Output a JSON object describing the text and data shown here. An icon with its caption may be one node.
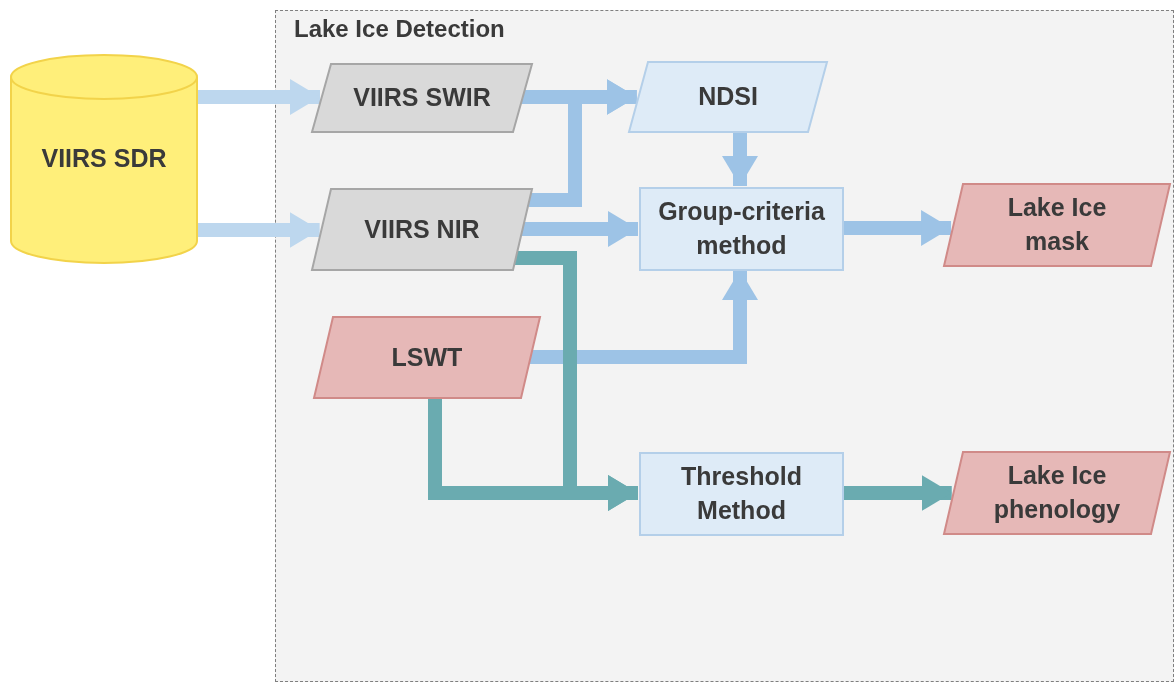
{
  "diagram": {
    "nodes": [
      {
        "text": [
          "Lake Ice Detection"
        ]
      },
      {
        "text": [
          "VIIRS SDR"
        ]
      },
      {
        "text": [
          "VIIRS SWIR"
        ],
        "in": 0
      },
      {
        "text": [
          "VIIRS NIR"
        ],
        "in": 0
      },
      {
        "text": [
          "NDSI"
        ],
        "in": 0
      },
      {
        "text": [
          "Group-criteria method"
        ],
        "in": 0
      },
      {
        "text": [
          "Lake Ice mask"
        ],
        "in": 0
      },
      {
        "text": [
          "LSWT"
        ],
        "in": 0
      },
      {
        "text": [
          "Threshold Method"
        ],
        "in": 0
      },
      {
        "text": [
          "Lake Ice phenology"
        ],
        "in": 0
      }
    ],
    "edges": [
      {
        "from": 1,
        "to": 2,
        "arrow": "to",
        "color": "#bdd7ee"
      },
      {
        "from": 1,
        "to": 3,
        "arrow": "to",
        "color": "#bdd7ee"
      },
      {
        "from": 2,
        "to": 4,
        "arrow": "to"
      },
      {
        "from": 3,
        "to": 4,
        "arrow": "to"
      },
      {
        "from": 3,
        "to": 5,
        "arrow": "to"
      },
      {
        "from": 4,
        "to": 5,
        "arrow": "to"
      },
      {
        "from": 5,
        "to": 6,
        "arrow": "to"
      },
      {
        "from": 7,
        "to": 5,
        "arrow": "to"
      },
      {
        "from": 3,
        "to": 8,
        "arrow": "to",
        "color": "#6aabb0"
      },
      {
        "from": 7,
        "to": 8,
        "arrow": "to",
        "color": "#6aabb0"
      },
      {
        "from": 8,
        "to": 9,
        "arrow": "to",
        "color": "#6aabb0"
      }
    ]
  }
}
